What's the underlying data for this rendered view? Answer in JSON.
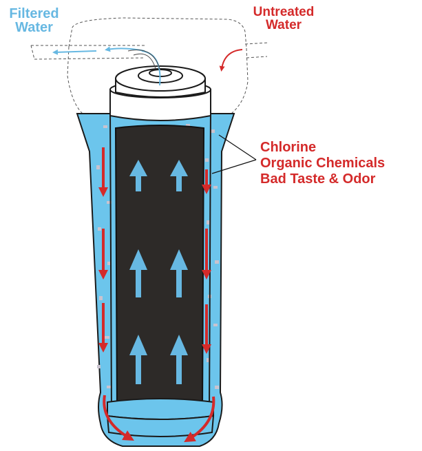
{
  "labels": {
    "filtered_water": [
      "Filtered",
      "Water"
    ],
    "untreated_water": [
      "Untreated",
      "Water"
    ],
    "contaminants": [
      "Chlorine",
      "Organic Chemicals",
      "Bad Taste & Odor"
    ]
  },
  "colors": {
    "water": "#6cc5ec",
    "carbon_block": "#2d2a28",
    "flow_in_arrow": "#d42a2a",
    "flow_out_arrow": "#67b8e2",
    "label_blue": "#67b8e2",
    "label_red": "#d42a2a"
  },
  "icons": {
    "inflow": "red-down-arrow-icon",
    "outflow": "blue-up-arrow-icon"
  }
}
